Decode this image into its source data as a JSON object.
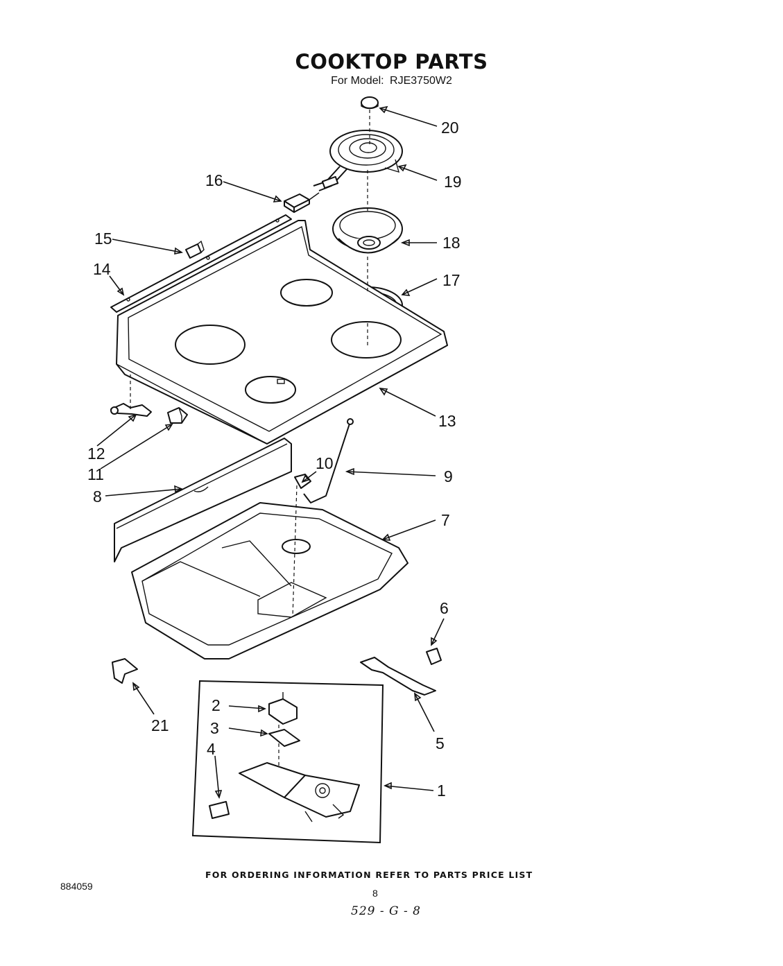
{
  "header": {
    "title": "COOKTOP PARTS",
    "model_prefix": "For Model:",
    "model_number": "RJE3750W2"
  },
  "footer": {
    "ordering_note": "FOR ORDERING INFORMATION REFER TO PARTS PRICE LIST",
    "document_number": "884059",
    "page_number": "8",
    "handwritten_code": "529 - G - 8"
  },
  "callouts": {
    "c1": "1",
    "c2": "2",
    "c3": "3",
    "c4": "4",
    "c5": "5",
    "c6": "6",
    "c7": "7",
    "c8": "8",
    "c9": "9",
    "c10": "10",
    "c11": "11",
    "c12": "12",
    "c13": "13",
    "c14": "14",
    "c15": "15",
    "c16": "16",
    "c17": "17",
    "c18": "18",
    "c19": "19",
    "c20": "20",
    "c21": "21"
  }
}
